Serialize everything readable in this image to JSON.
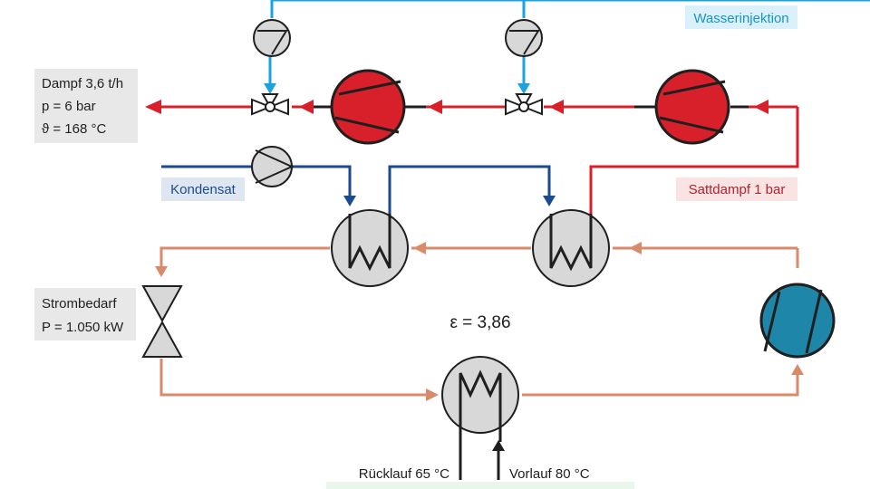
{
  "labels": {
    "water_injection": "Wasserinjektion",
    "steam_line1": "Dampf 3,6 t/h",
    "steam_line2": "p = 6 bar",
    "steam_line3": "ϑ = 168 °C",
    "condensate": "Kondensat",
    "saturated_steam": "Sattdampf 1 bar",
    "power_line1": "Strombedarf",
    "power_line2": "P = 1.050 kW",
    "cop": "ε = 3,86",
    "return_line": "Rücklauf 65 °C",
    "supply_line": "Vorlauf 80 °C"
  },
  "colors": {
    "steam_red": "#d8202a",
    "water_cyan": "#1aa3dd",
    "condensate_blue": "#1b4a8f",
    "refrigerant_salmon": "#d98a6a",
    "compressor_teal": "#1e86a8",
    "component_gray": "#d8d8d8",
    "label_bg_gray": "#e8e8e8",
    "label_bg_blue": "#dde6f1",
    "label_bg_cyan": "#daf0fa",
    "label_bg_red": "#f9e3e3"
  },
  "icons": {
    "steam_compressor": "steam-compressor-icon",
    "water_pump": "pump-icon",
    "mixing_valve": "valve-icon",
    "heat_exchanger": "heat-exchanger-icon",
    "expansion_valve": "expansion-valve-icon",
    "heat_pump_compressor": "compressor-icon"
  }
}
